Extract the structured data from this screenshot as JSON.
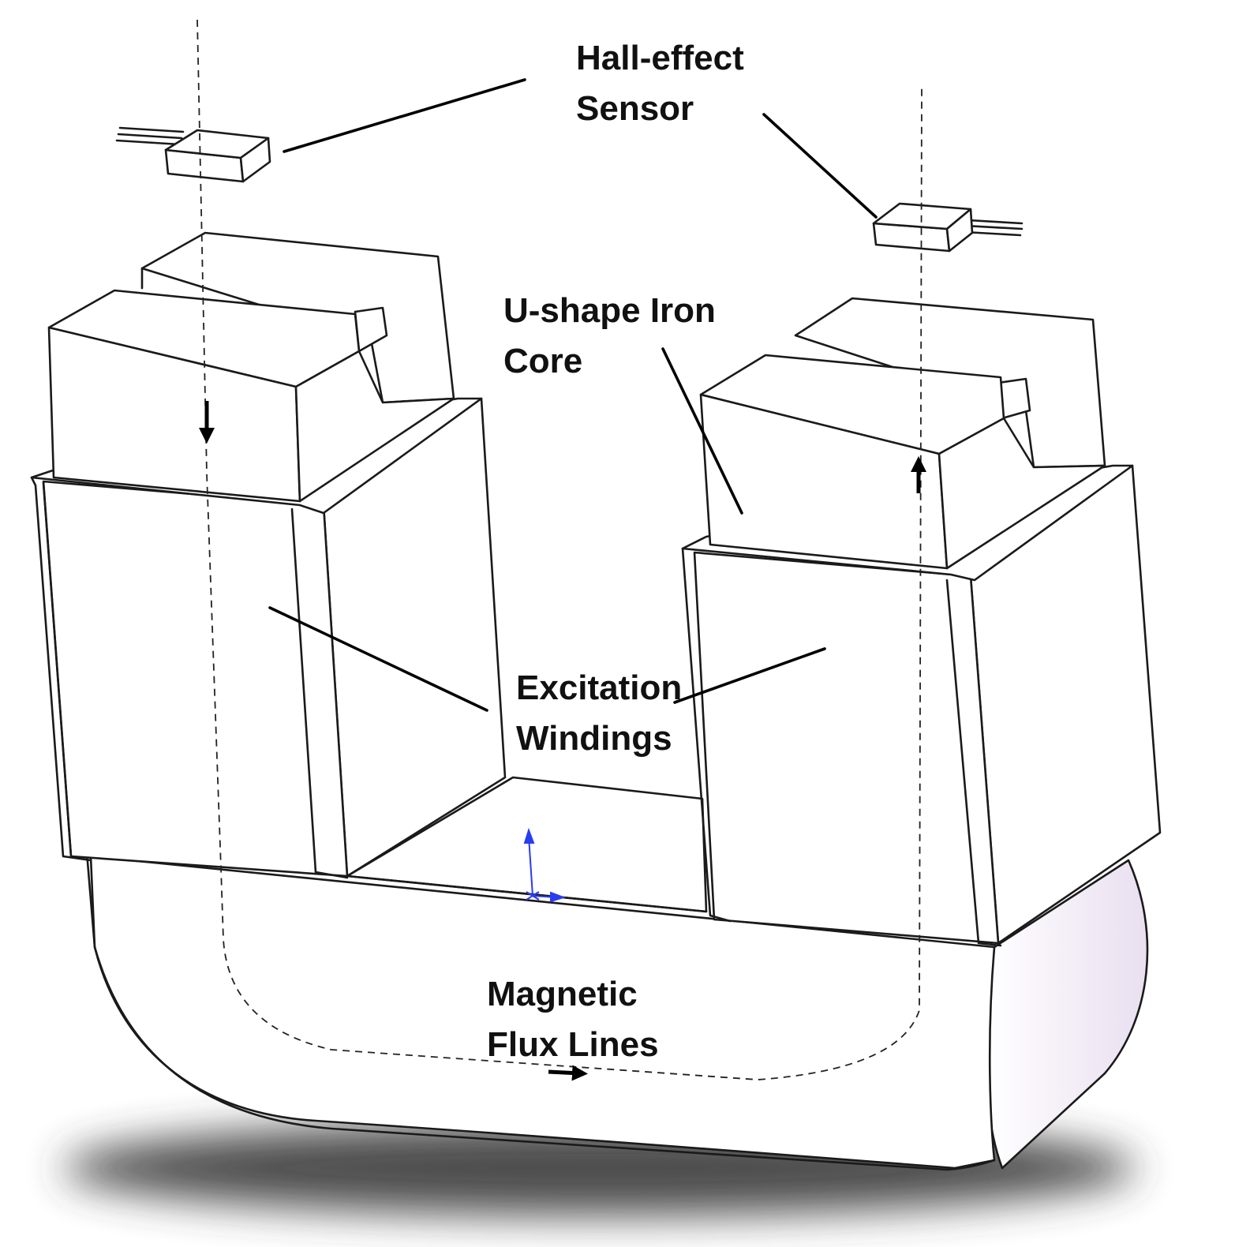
{
  "labels": {
    "hall_sensor": [
      "Hall-effect",
      "Sensor"
    ],
    "iron_core": [
      "U-shape Iron",
      "Core"
    ],
    "windings": [
      "Excitation",
      "Windings"
    ],
    "flux": [
      "Magnetic",
      "Flux Lines"
    ]
  },
  "colors": {
    "outline": "#1a1a1a",
    "fill": "#ffffff",
    "shade": "#efe8f4",
    "ground_shadow": "#3a3a3a",
    "origin_triad": "#2a3cf0"
  }
}
